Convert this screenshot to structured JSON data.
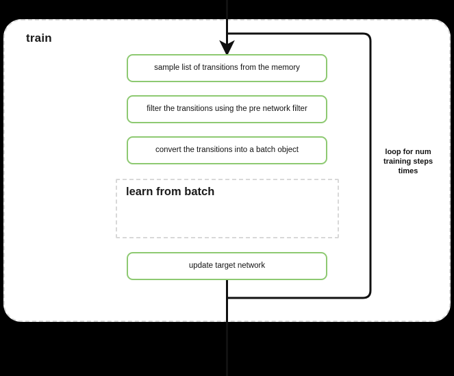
{
  "diagram": {
    "title": "train",
    "background_color": "#000000",
    "container_fill": "#ffffff",
    "container_border_color": "#d8d8d8",
    "accent_color": "#8dc971",
    "line_color": "#111111",
    "steps": [
      {
        "id": "sample",
        "label": "sample list of transitions from the memory"
      },
      {
        "id": "filter",
        "label": "filter the transitions using the pre network filter"
      },
      {
        "id": "convert",
        "label": "convert the transitions into a batch object"
      },
      {
        "id": "update",
        "label": "update target network"
      }
    ],
    "group": {
      "id": "learn-from-batch",
      "title": "learn from batch",
      "style": "dashed"
    },
    "loop": {
      "label": "loop for num training steps times",
      "label_lines": [
        "loop for num",
        "training steps",
        "times"
      ]
    },
    "icons": {
      "entry_arrow": "arrow-down-icon",
      "loop_path": "loop-arrow-icon"
    }
  }
}
